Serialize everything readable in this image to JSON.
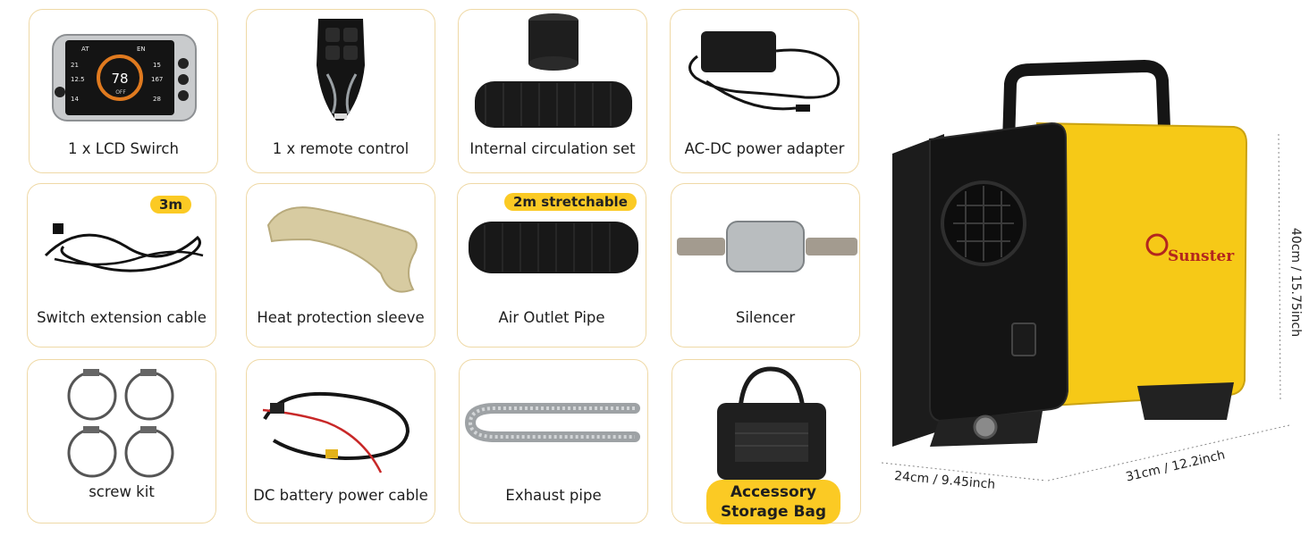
{
  "items": [
    {
      "label": "1 x LCD Swirch"
    },
    {
      "label": "1 x remote control"
    },
    {
      "label": "Internal circulation set"
    },
    {
      "label": "AC-DC power adapter"
    },
    {
      "label": "Switch extension cable",
      "badge": "3m"
    },
    {
      "label": "Heat protection sleeve"
    },
    {
      "label": "Air Outlet Pipe",
      "badge": "2m stretchable"
    },
    {
      "label": "Silencer"
    },
    {
      "label": "screw kit"
    },
    {
      "label": "DC battery power cable"
    },
    {
      "label": "Exhaust pipe"
    },
    {
      "label_line1": "Accessory",
      "label_line2": "Storage Bag"
    }
  ],
  "lcd_screen": {
    "mode": "AT",
    "lang": "EN",
    "temp": "78",
    "left_top": "21",
    "left_mid": "12.5",
    "left_bot": "14",
    "right_top": "15",
    "right_mid": "167",
    "right_bot": "28",
    "state": "OFF"
  },
  "heater": {
    "brand": "Sunster",
    "height_dim": "40cm / 15.75inch",
    "depth_dim": "24cm / 9.45inch",
    "width_dim": "31cm / 12.2inch"
  },
  "colors": {
    "accent": "#fbca24",
    "border": "#efd9a6",
    "heater_yellow": "#f6c917",
    "brand_red": "#b3261e"
  }
}
